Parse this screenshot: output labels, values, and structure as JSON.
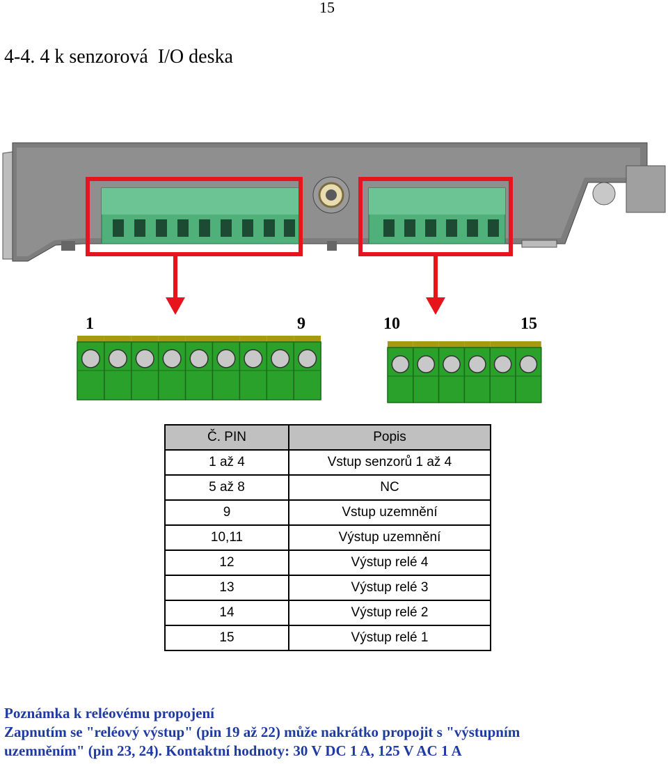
{
  "page_number": "15",
  "heading": "4-4. 4 k senzorová  I/O deska",
  "diagram": {
    "left_block_start_label": "1",
    "left_block_end_label": "9",
    "right_block_start_label": "10",
    "right_block_end_label": "15",
    "left_pin_count": 9,
    "right_pin_count": 6,
    "colors": {
      "highlight": "#e8141c",
      "terminal_green": "#2aa12a",
      "terminal_top": "#a89a10",
      "bracket": "#8a8a8a"
    }
  },
  "table": {
    "headers": [
      "Č. PIN",
      "Popis"
    ],
    "rows": [
      [
        "1 až 4",
        "Vstup senzorů 1 až 4"
      ],
      [
        "5 až 8",
        "NC"
      ],
      [
        "9",
        "Vstup uzemnění"
      ],
      [
        "10,11",
        "Výstup uzemnění"
      ],
      [
        "12",
        "Výstup relé 4"
      ],
      [
        "13",
        "Výstup relé 3"
      ],
      [
        "14",
        "Výstup relé 2"
      ],
      [
        "15",
        "Výstup relé 1"
      ]
    ]
  },
  "note": {
    "title": "Poznámka k reléovému propojení",
    "line1": "Zapnutím se \"reléový výstup\" (pin 19 až 22) může nakrátko propojit s \"výstupním",
    "line2": "uzemněním\" (pin 23, 24). Kontaktní hodnoty: 30 V DC 1 A, 125 V AC 1 A"
  }
}
